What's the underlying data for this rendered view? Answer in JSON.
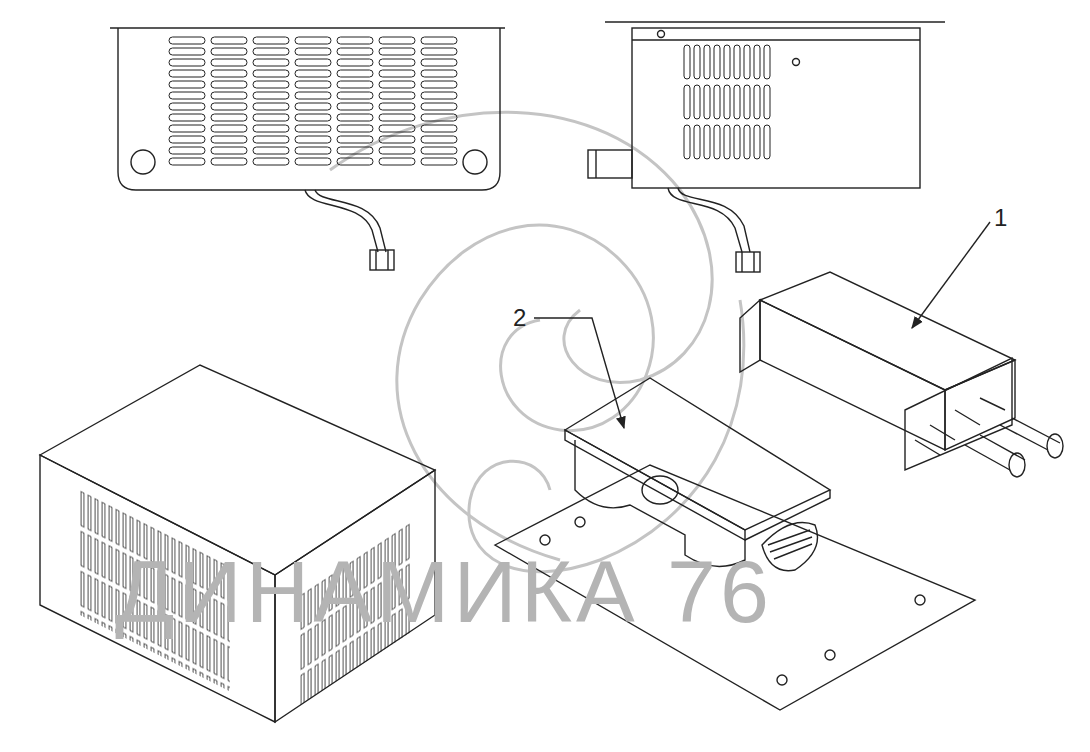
{
  "diagram": {
    "labels": [
      "1",
      "2",
      "ДИНАМИКА 76"
    ]
  }
}
